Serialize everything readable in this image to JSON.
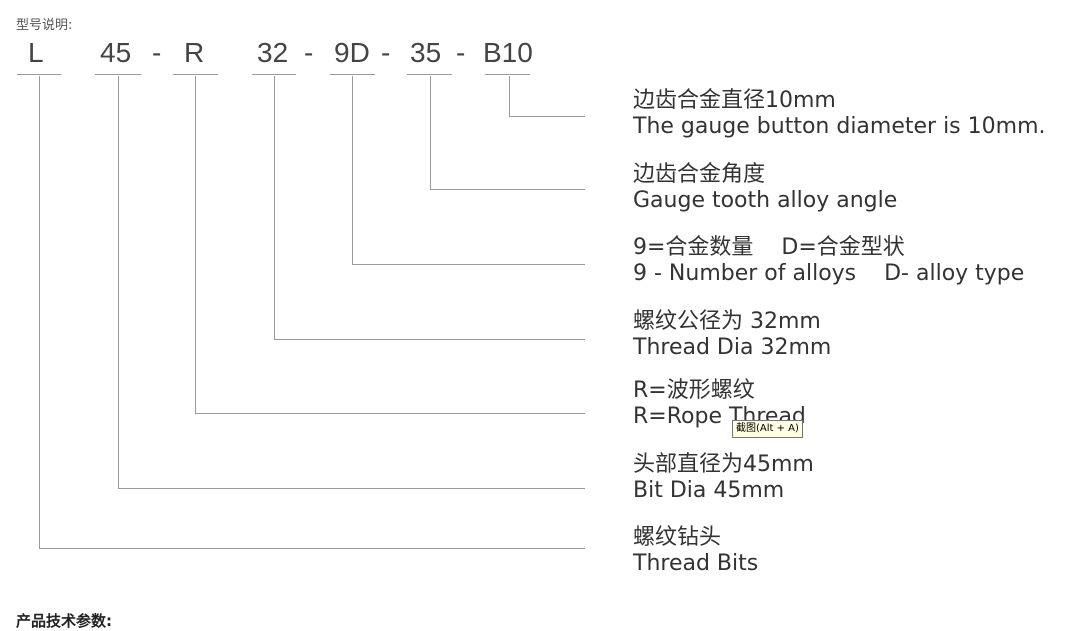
{
  "caption": "型号说明:",
  "code": {
    "p1": "L",
    "p2": "45",
    "d1": "-",
    "p3": "R",
    "p4": "32",
    "d2": "-",
    "p5": "9D",
    "d3": "-",
    "p6": "35",
    "d4": "-",
    "p7": "B10"
  },
  "descriptions": [
    {
      "zh": "边齿合金直径10mm",
      "en": "The gauge button diameter is 10mm."
    },
    {
      "zh": "边齿合金角度",
      "en": "Gauge tooth alloy angle"
    },
    {
      "zh": "9=合金数量    D=合金型状",
      "en": "9 - Number of alloys    D- alloy type"
    },
    {
      "zh": "螺纹公径为 32mm",
      "en": "Thread Dia 32mm"
    },
    {
      "zh": "R=波形螺纹",
      "en": "R=Rope Thread"
    },
    {
      "zh": "头部直径为45mm",
      "en": "Bit Dia 45mm"
    },
    {
      "zh": "螺纹钻头",
      "en": "Thread Bits"
    }
  ],
  "tooltip": "截图(Alt + A)",
  "bottom_title": "产品技术参数:",
  "colors": {
    "leader_line": "#9a9a9a",
    "text": "#333333",
    "tooltip_bg": "#ffffe1"
  }
}
